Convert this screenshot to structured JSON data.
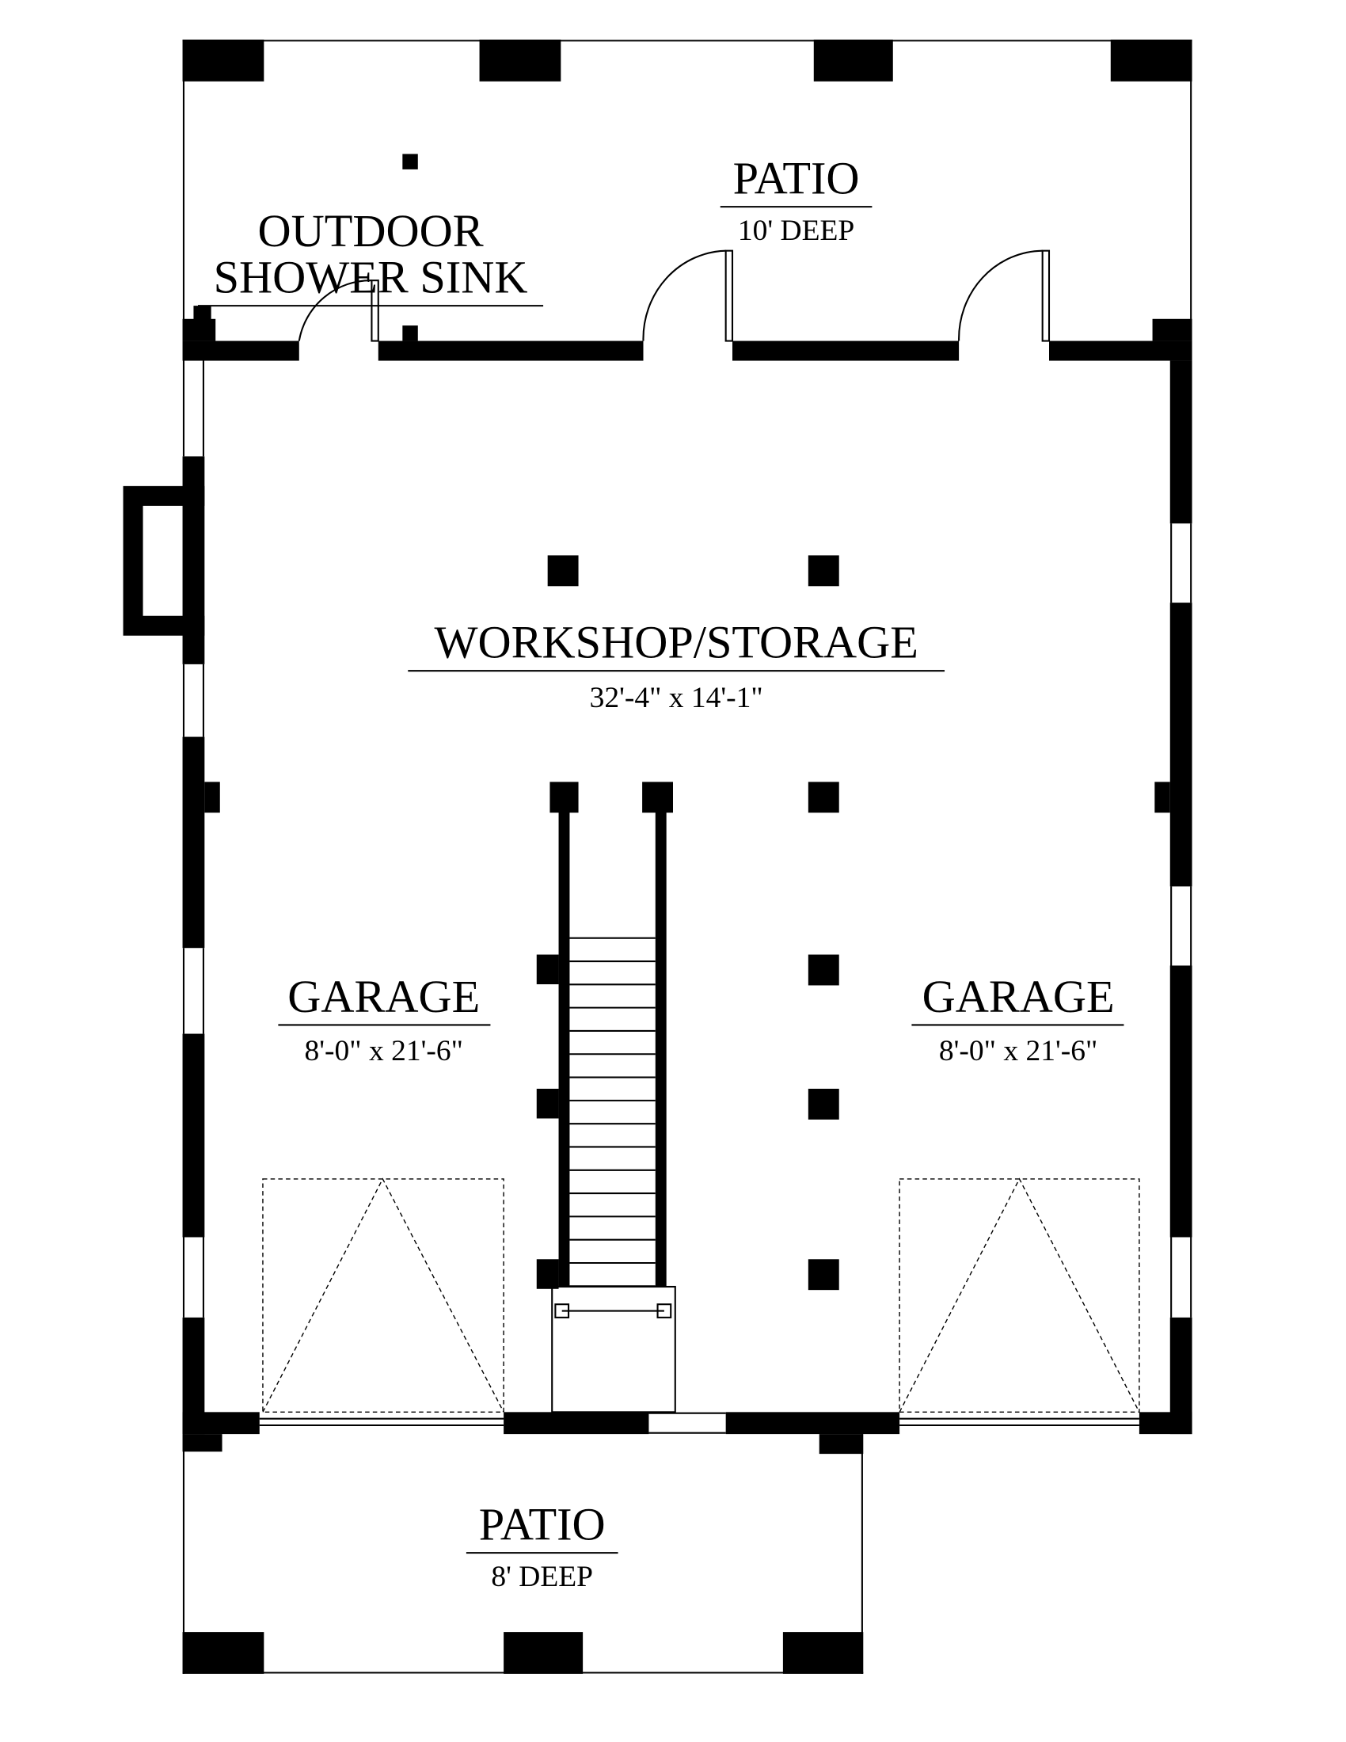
{
  "plan": {
    "rooms": {
      "patio_rear": {
        "name": "PATIO",
        "detail": "10' DEEP"
      },
      "outdoor_shower": {
        "line1": "OUTDOOR",
        "line2": "SHOWER SINK"
      },
      "workshop": {
        "name": "WORKSHOP/STORAGE",
        "detail": "32'-4\" x 14'-1\""
      },
      "garage_left": {
        "name": "GARAGE",
        "detail": "8'-0\" x 21'-6\""
      },
      "garage_right": {
        "name": "GARAGE",
        "detail": "8'-0\" x 21'-6\""
      },
      "patio_front": {
        "name": "PATIO",
        "detail": "8' DEEP"
      }
    }
  }
}
